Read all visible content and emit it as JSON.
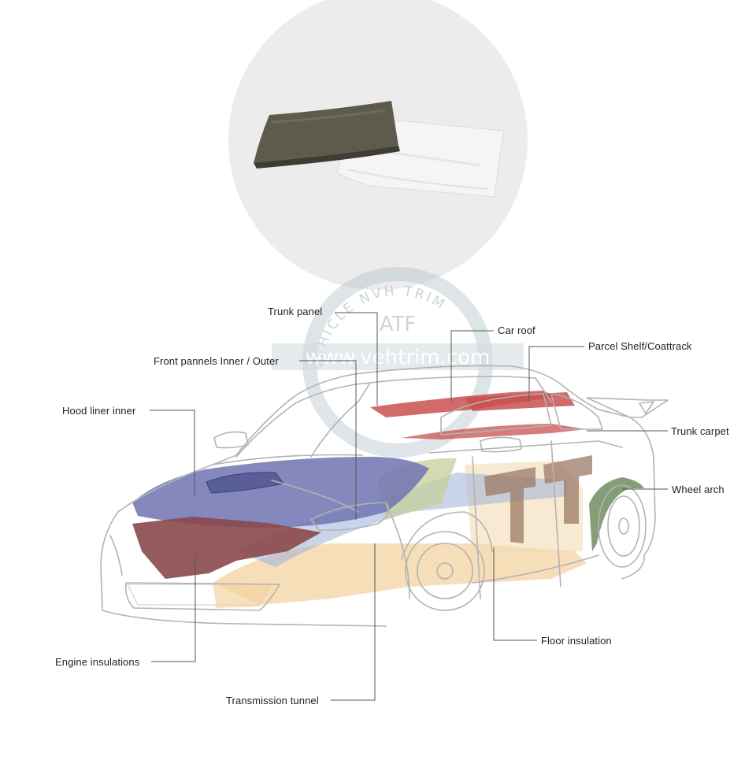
{
  "watermark": {
    "ring_text": "VEHICLE NVH TRIM",
    "center_mark": "ATF",
    "url": "www.vehtrim.com"
  },
  "labels": {
    "trunk_panel": "Trunk panel",
    "car_roof": "Car roof",
    "parcel_shelf": "Parcel Shelf/Coattrack",
    "front_pannels": "Front pannels Inner / Outer",
    "hood_liner": "Hood liner inner",
    "trunk_carpet": "Trunk carpet",
    "wheel_arch": "Wheel arch",
    "engine_insulations": "Engine insulations",
    "floor_insulation": "Floor insulation",
    "transmission_tunnel": "Transmission tunnel"
  },
  "colors": {
    "outline": "#b8b8b8",
    "leader": "#555555",
    "circle_bg": "#ececec",
    "felt_dark": "#5d5a4c",
    "foil": "#f3f3f5",
    "hood_blue": "#6f74b3",
    "engine_red": "#8a4a4c",
    "roof_red": "#c8504f",
    "side_orange": "#f3d5a6",
    "door_brown": "#a5826f",
    "side_blue": "#a3b3db",
    "wheel_arch_green": "#8aa07a",
    "fender_green": "#c8d0a0",
    "watermark": "#9fb2b8"
  }
}
